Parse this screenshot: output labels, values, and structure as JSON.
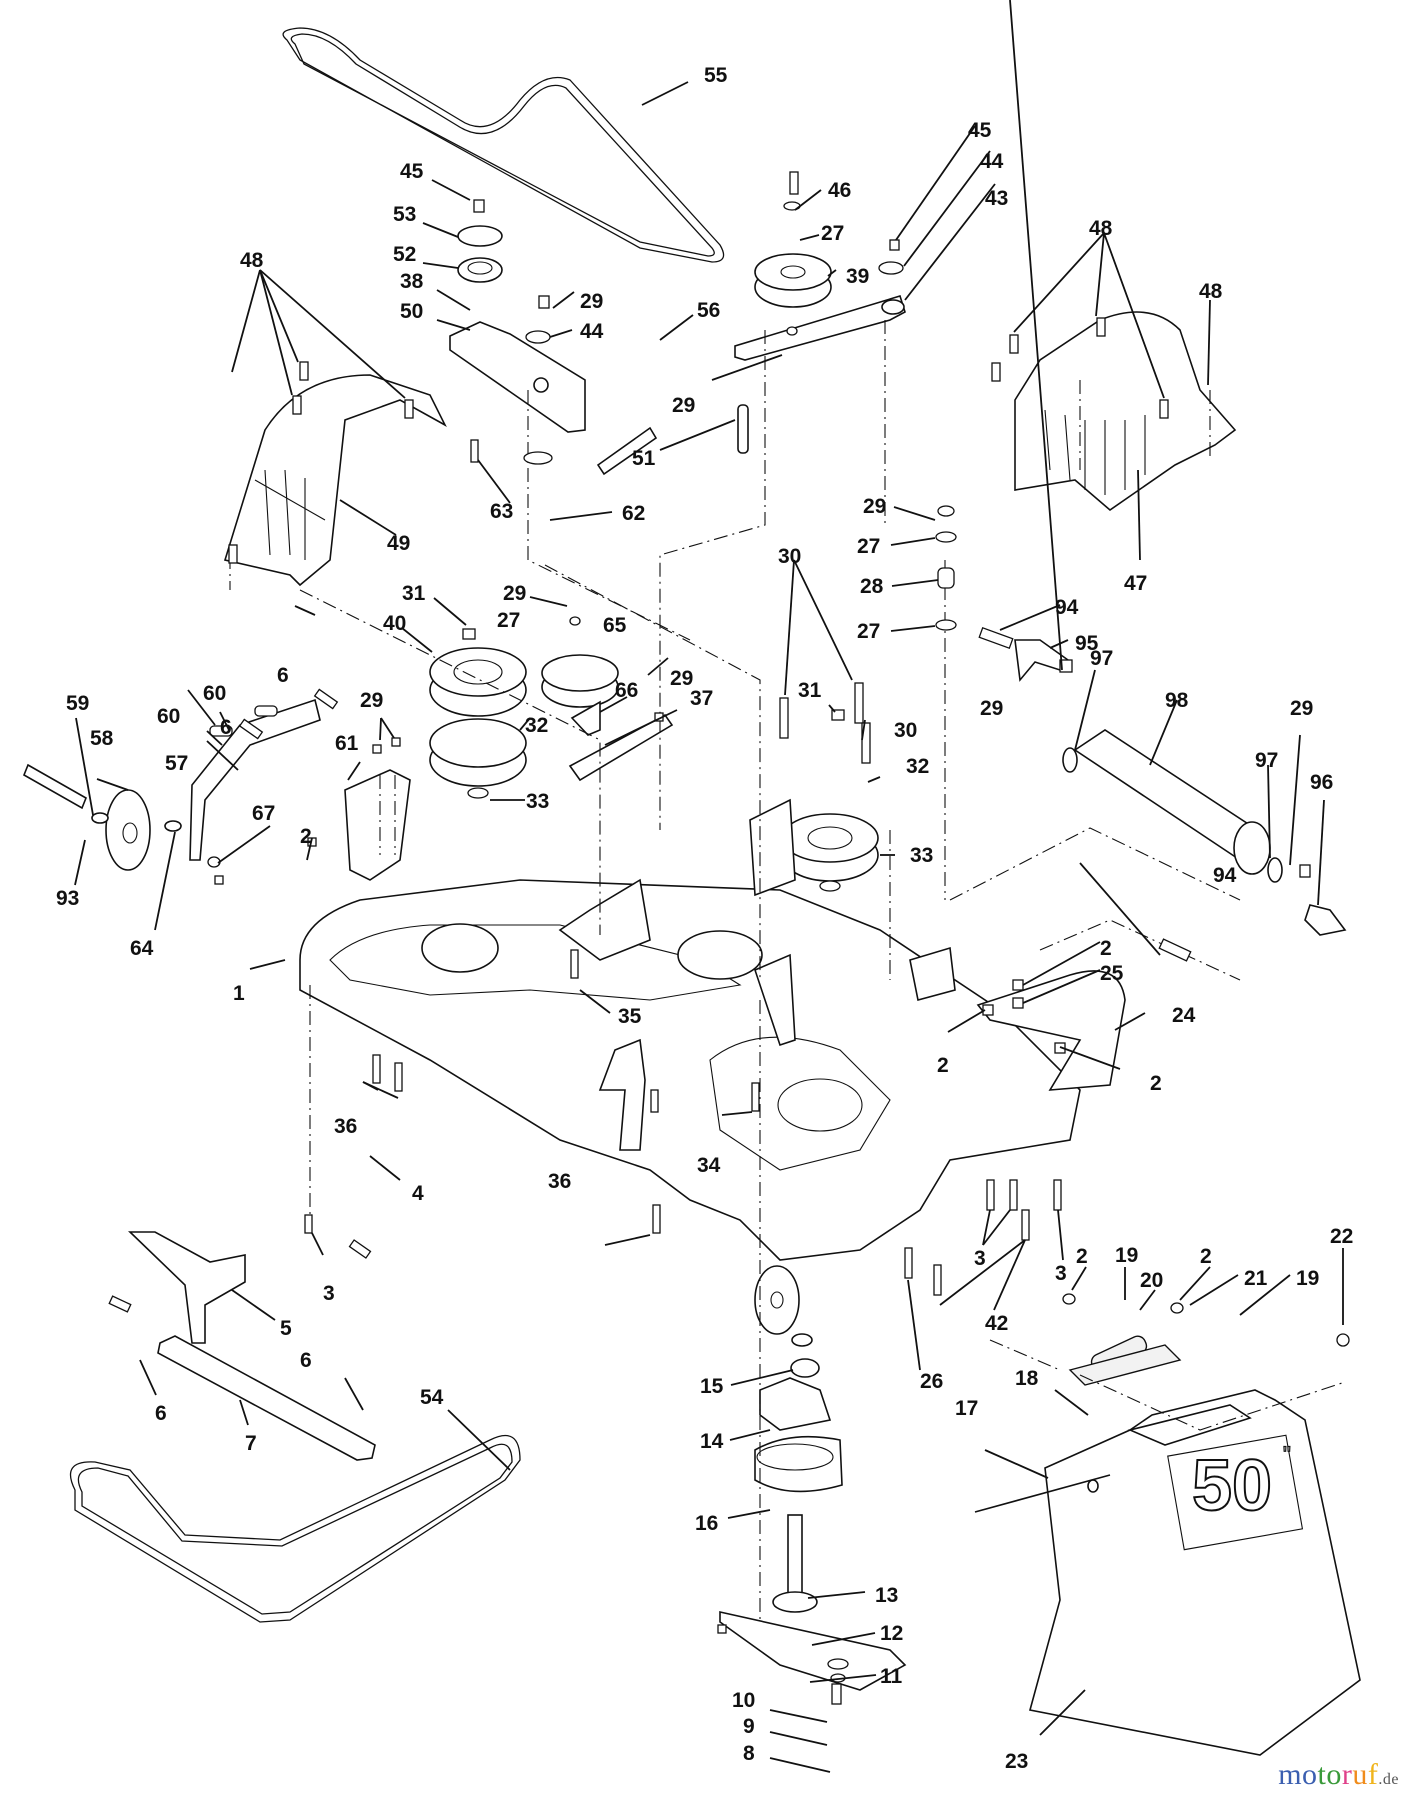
{
  "diagram": {
    "title": "Mower deck exploded parts diagram",
    "deck_size_decal": {
      "number": "50",
      "unit_mark": "\""
    },
    "callouts": [
      {
        "id": "c55a",
        "text": "55"
      },
      {
        "id": "c45a",
        "text": "45"
      },
      {
        "id": "c53",
        "text": "53"
      },
      {
        "id": "c52",
        "text": "52"
      },
      {
        "id": "c38",
        "text": "38"
      },
      {
        "id": "c50",
        "text": "50"
      },
      {
        "id": "c48a",
        "text": "48"
      },
      {
        "id": "c29a",
        "text": "29"
      },
      {
        "id": "c44a",
        "text": "44"
      },
      {
        "id": "c56",
        "text": "56"
      },
      {
        "id": "c29b",
        "text": "29"
      },
      {
        "id": "c51",
        "text": "51"
      },
      {
        "id": "c63",
        "text": "63"
      },
      {
        "id": "c62",
        "text": "62"
      },
      {
        "id": "c49",
        "text": "49"
      },
      {
        "id": "c46",
        "text": "46"
      },
      {
        "id": "c27a",
        "text": "27"
      },
      {
        "id": "c39",
        "text": "39"
      },
      {
        "id": "c45b",
        "text": "45"
      },
      {
        "id": "c44b",
        "text": "44"
      },
      {
        "id": "c43",
        "text": "43"
      },
      {
        "id": "c48b",
        "text": "48"
      },
      {
        "id": "c48c",
        "text": "48"
      },
      {
        "id": "c47",
        "text": "47"
      },
      {
        "id": "c29c",
        "text": "29"
      },
      {
        "id": "c27b",
        "text": "27"
      },
      {
        "id": "c28",
        "text": "28"
      },
      {
        "id": "c27c",
        "text": "27"
      },
      {
        "id": "c94a",
        "text": "94"
      },
      {
        "id": "c95",
        "text": "95"
      },
      {
        "id": "c29d",
        "text": "29"
      },
      {
        "id": "c97a",
        "text": "97"
      },
      {
        "id": "c98",
        "text": "98"
      },
      {
        "id": "c29e",
        "text": "29"
      },
      {
        "id": "c97b",
        "text": "97"
      },
      {
        "id": "c96",
        "text": "96"
      },
      {
        "id": "c31a",
        "text": "31"
      },
      {
        "id": "c29f",
        "text": "29"
      },
      {
        "id": "c27d",
        "text": "27"
      },
      {
        "id": "c40",
        "text": "40"
      },
      {
        "id": "c65",
        "text": "65"
      },
      {
        "id": "c29g",
        "text": "29"
      },
      {
        "id": "c37",
        "text": "37"
      },
      {
        "id": "c66",
        "text": "66"
      },
      {
        "id": "c32a",
        "text": "32"
      },
      {
        "id": "c33a",
        "text": "33"
      },
      {
        "id": "c30a",
        "text": "30"
      },
      {
        "id": "c31b",
        "text": "31"
      },
      {
        "id": "c30b",
        "text": "30"
      },
      {
        "id": "c32b",
        "text": "32"
      },
      {
        "id": "c33b",
        "text": "33"
      },
      {
        "id": "c59",
        "text": "59"
      },
      {
        "id": "c58",
        "text": "58"
      },
      {
        "id": "c60a",
        "text": "60"
      },
      {
        "id": "c60b",
        "text": "60"
      },
      {
        "id": "c6a",
        "text": "6"
      },
      {
        "id": "c6b",
        "text": "6"
      },
      {
        "id": "c57",
        "text": "57"
      },
      {
        "id": "c29h",
        "text": "29"
      },
      {
        "id": "c61",
        "text": "61"
      },
      {
        "id": "c67",
        "text": "67"
      },
      {
        "id": "c93",
        "text": "93"
      },
      {
        "id": "c64",
        "text": "64"
      },
      {
        "id": "c2a",
        "text": "2"
      },
      {
        "id": "c1",
        "text": "1"
      },
      {
        "id": "c35",
        "text": "35"
      },
      {
        "id": "c94b",
        "text": "94"
      },
      {
        "id": "c2b",
        "text": "2"
      },
      {
        "id": "c25",
        "text": "25"
      },
      {
        "id": "c24",
        "text": "24"
      },
      {
        "id": "c2c",
        "text": "2"
      },
      {
        "id": "c2d",
        "text": "2"
      },
      {
        "id": "c36a",
        "text": "36"
      },
      {
        "id": "c4",
        "text": "4"
      },
      {
        "id": "c34",
        "text": "34"
      },
      {
        "id": "c36b",
        "text": "36"
      },
      {
        "id": "c3a",
        "text": "3"
      },
      {
        "id": "c3b",
        "text": "3"
      },
      {
        "id": "c3c",
        "text": "3"
      },
      {
        "id": "c42",
        "text": "42"
      },
      {
        "id": "c26",
        "text": "26"
      },
      {
        "id": "c2e",
        "text": "2"
      },
      {
        "id": "c19a",
        "text": "19"
      },
      {
        "id": "c2f",
        "text": "2"
      },
      {
        "id": "c21",
        "text": "21"
      },
      {
        "id": "c22",
        "text": "22"
      },
      {
        "id": "c20",
        "text": "20"
      },
      {
        "id": "c19b",
        "text": "19"
      },
      {
        "id": "c5",
        "text": "5"
      },
      {
        "id": "c6c",
        "text": "6"
      },
      {
        "id": "c6d",
        "text": "6"
      },
      {
        "id": "c7",
        "text": "7"
      },
      {
        "id": "c54",
        "text": "54"
      },
      {
        "id": "c15",
        "text": "15"
      },
      {
        "id": "c14",
        "text": "14"
      },
      {
        "id": "c18",
        "text": "18"
      },
      {
        "id": "c17",
        "text": "17"
      },
      {
        "id": "c16",
        "text": "16"
      },
      {
        "id": "c13",
        "text": "13"
      },
      {
        "id": "c12",
        "text": "12"
      },
      {
        "id": "c11",
        "text": "11"
      },
      {
        "id": "c10",
        "text": "10"
      },
      {
        "id": "c9",
        "text": "9"
      },
      {
        "id": "c8",
        "text": "8"
      },
      {
        "id": "c23",
        "text": "23"
      }
    ]
  },
  "watermark": {
    "letters": [
      {
        "ch": "m",
        "color": "#3b5fb0"
      },
      {
        "ch": "o",
        "color": "#3b5fb0"
      },
      {
        "ch": "t",
        "color": "#3a9a3a"
      },
      {
        "ch": "o",
        "color": "#3a9a3a"
      },
      {
        "ch": "r",
        "color": "#e0408a"
      },
      {
        "ch": "u",
        "color": "#f08c1c"
      },
      {
        "ch": "f",
        "color": "#f0b41c"
      }
    ],
    "suffix": ".de"
  }
}
